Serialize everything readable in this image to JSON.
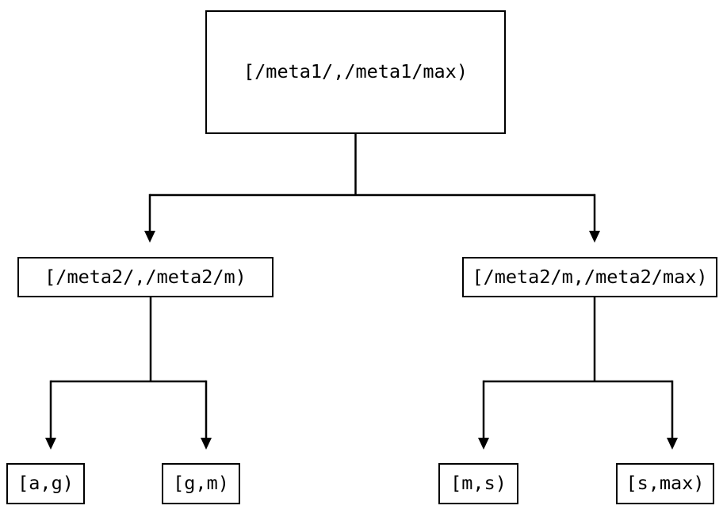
{
  "diagram": {
    "type": "tree",
    "background_color": "#ffffff",
    "line_color": "#000000",
    "text_color": "#000000",
    "nodes": {
      "root": {
        "label": "[/meta1/,/meta1/max)"
      },
      "meta2_left": {
        "label": "[/meta2/,/meta2/m)"
      },
      "meta2_right": {
        "label": "[/meta2/m,/meta2/max)"
      },
      "leaf_ag": {
        "label": "[a,g)"
      },
      "leaf_gm": {
        "label": "[g,m)"
      },
      "leaf_ms": {
        "label": "[m,s)"
      },
      "leaf_smax": {
        "label": "[s,max)"
      }
    },
    "edges": [
      {
        "from": "root",
        "to": "meta2_left"
      },
      {
        "from": "root",
        "to": "meta2_right"
      },
      {
        "from": "meta2_left",
        "to": "leaf_ag"
      },
      {
        "from": "meta2_left",
        "to": "leaf_gm"
      },
      {
        "from": "meta2_right",
        "to": "leaf_ms"
      },
      {
        "from": "meta2_right",
        "to": "leaf_smax"
      }
    ]
  }
}
